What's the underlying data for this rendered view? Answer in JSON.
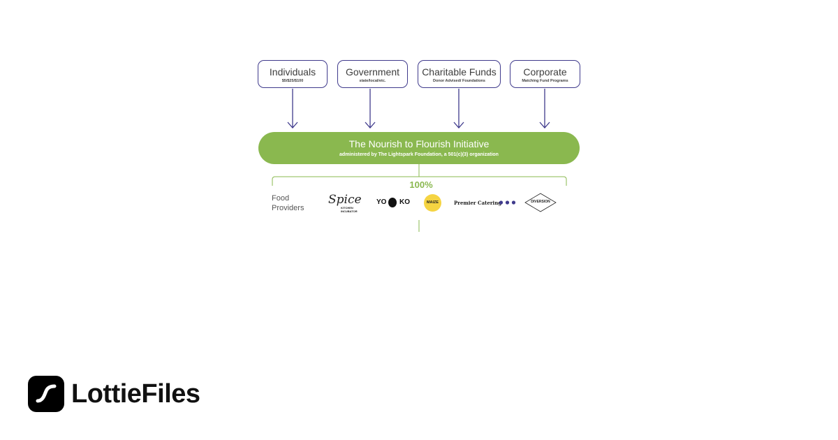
{
  "sources": [
    {
      "title": "Individuals",
      "subtitle": "$5/$25/$100"
    },
    {
      "title": "Government",
      "subtitle": "state/local/etc."
    },
    {
      "title": "Charitable Funds",
      "subtitle": "Donor Advised/ Foundations"
    },
    {
      "title": "Corporate",
      "subtitle": "Matching Fund Programs"
    }
  ],
  "initiative": {
    "title": "The Nourish to Flourish Initiative",
    "subtitle": "administered by The Lightspark Foundation, a 501(c)(3) organization"
  },
  "allocation_label": "100%",
  "food_providers": {
    "label": "Food Providers",
    "logos": {
      "spice": "Spice",
      "spice_sub1": "KITCHEN",
      "spice_sub2": "INCUBATOR",
      "yoko_left": "YO",
      "yoko_right": "KO",
      "maize": "MAIZE",
      "premier": "Premier Catering",
      "diversion": "DIVERSION"
    }
  },
  "brand": {
    "name": "LottieFiles"
  },
  "colors": {
    "purple": "#3f3a8c",
    "green": "#8ab84f",
    "maize_yellow": "#f5d442"
  }
}
